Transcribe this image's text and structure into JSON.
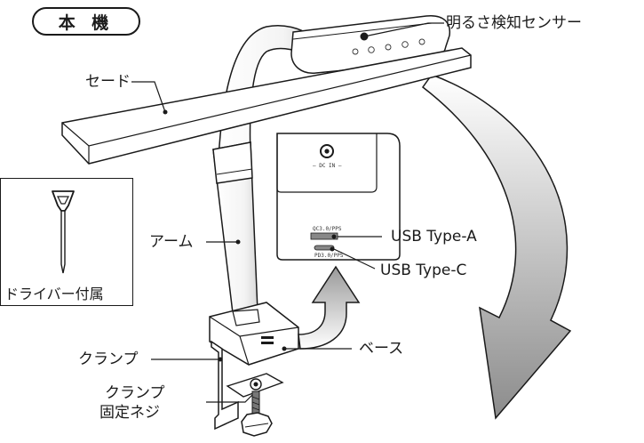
{
  "title": "本 機",
  "labels": {
    "sensor": "明るさ検知センサー",
    "shade": "セード",
    "arm": "アーム",
    "usb_a": "USB Type-A",
    "usb_c": "USB Type-C",
    "base": "ベース",
    "clamp": "クランプ",
    "clamp_screw_line1": "クランプ",
    "clamp_screw_line2": "固定ネジ",
    "driver": "ドライバー付属"
  },
  "port_labels": {
    "port_a": "QC3.0/PPS",
    "port_c": "PD3.0/PPS",
    "dc_in": "DC IN"
  },
  "colors": {
    "line": "#1a1a1a",
    "arrow_gradient_start": "#f2f2f2",
    "arrow_gradient_end": "#9a9a9a"
  }
}
